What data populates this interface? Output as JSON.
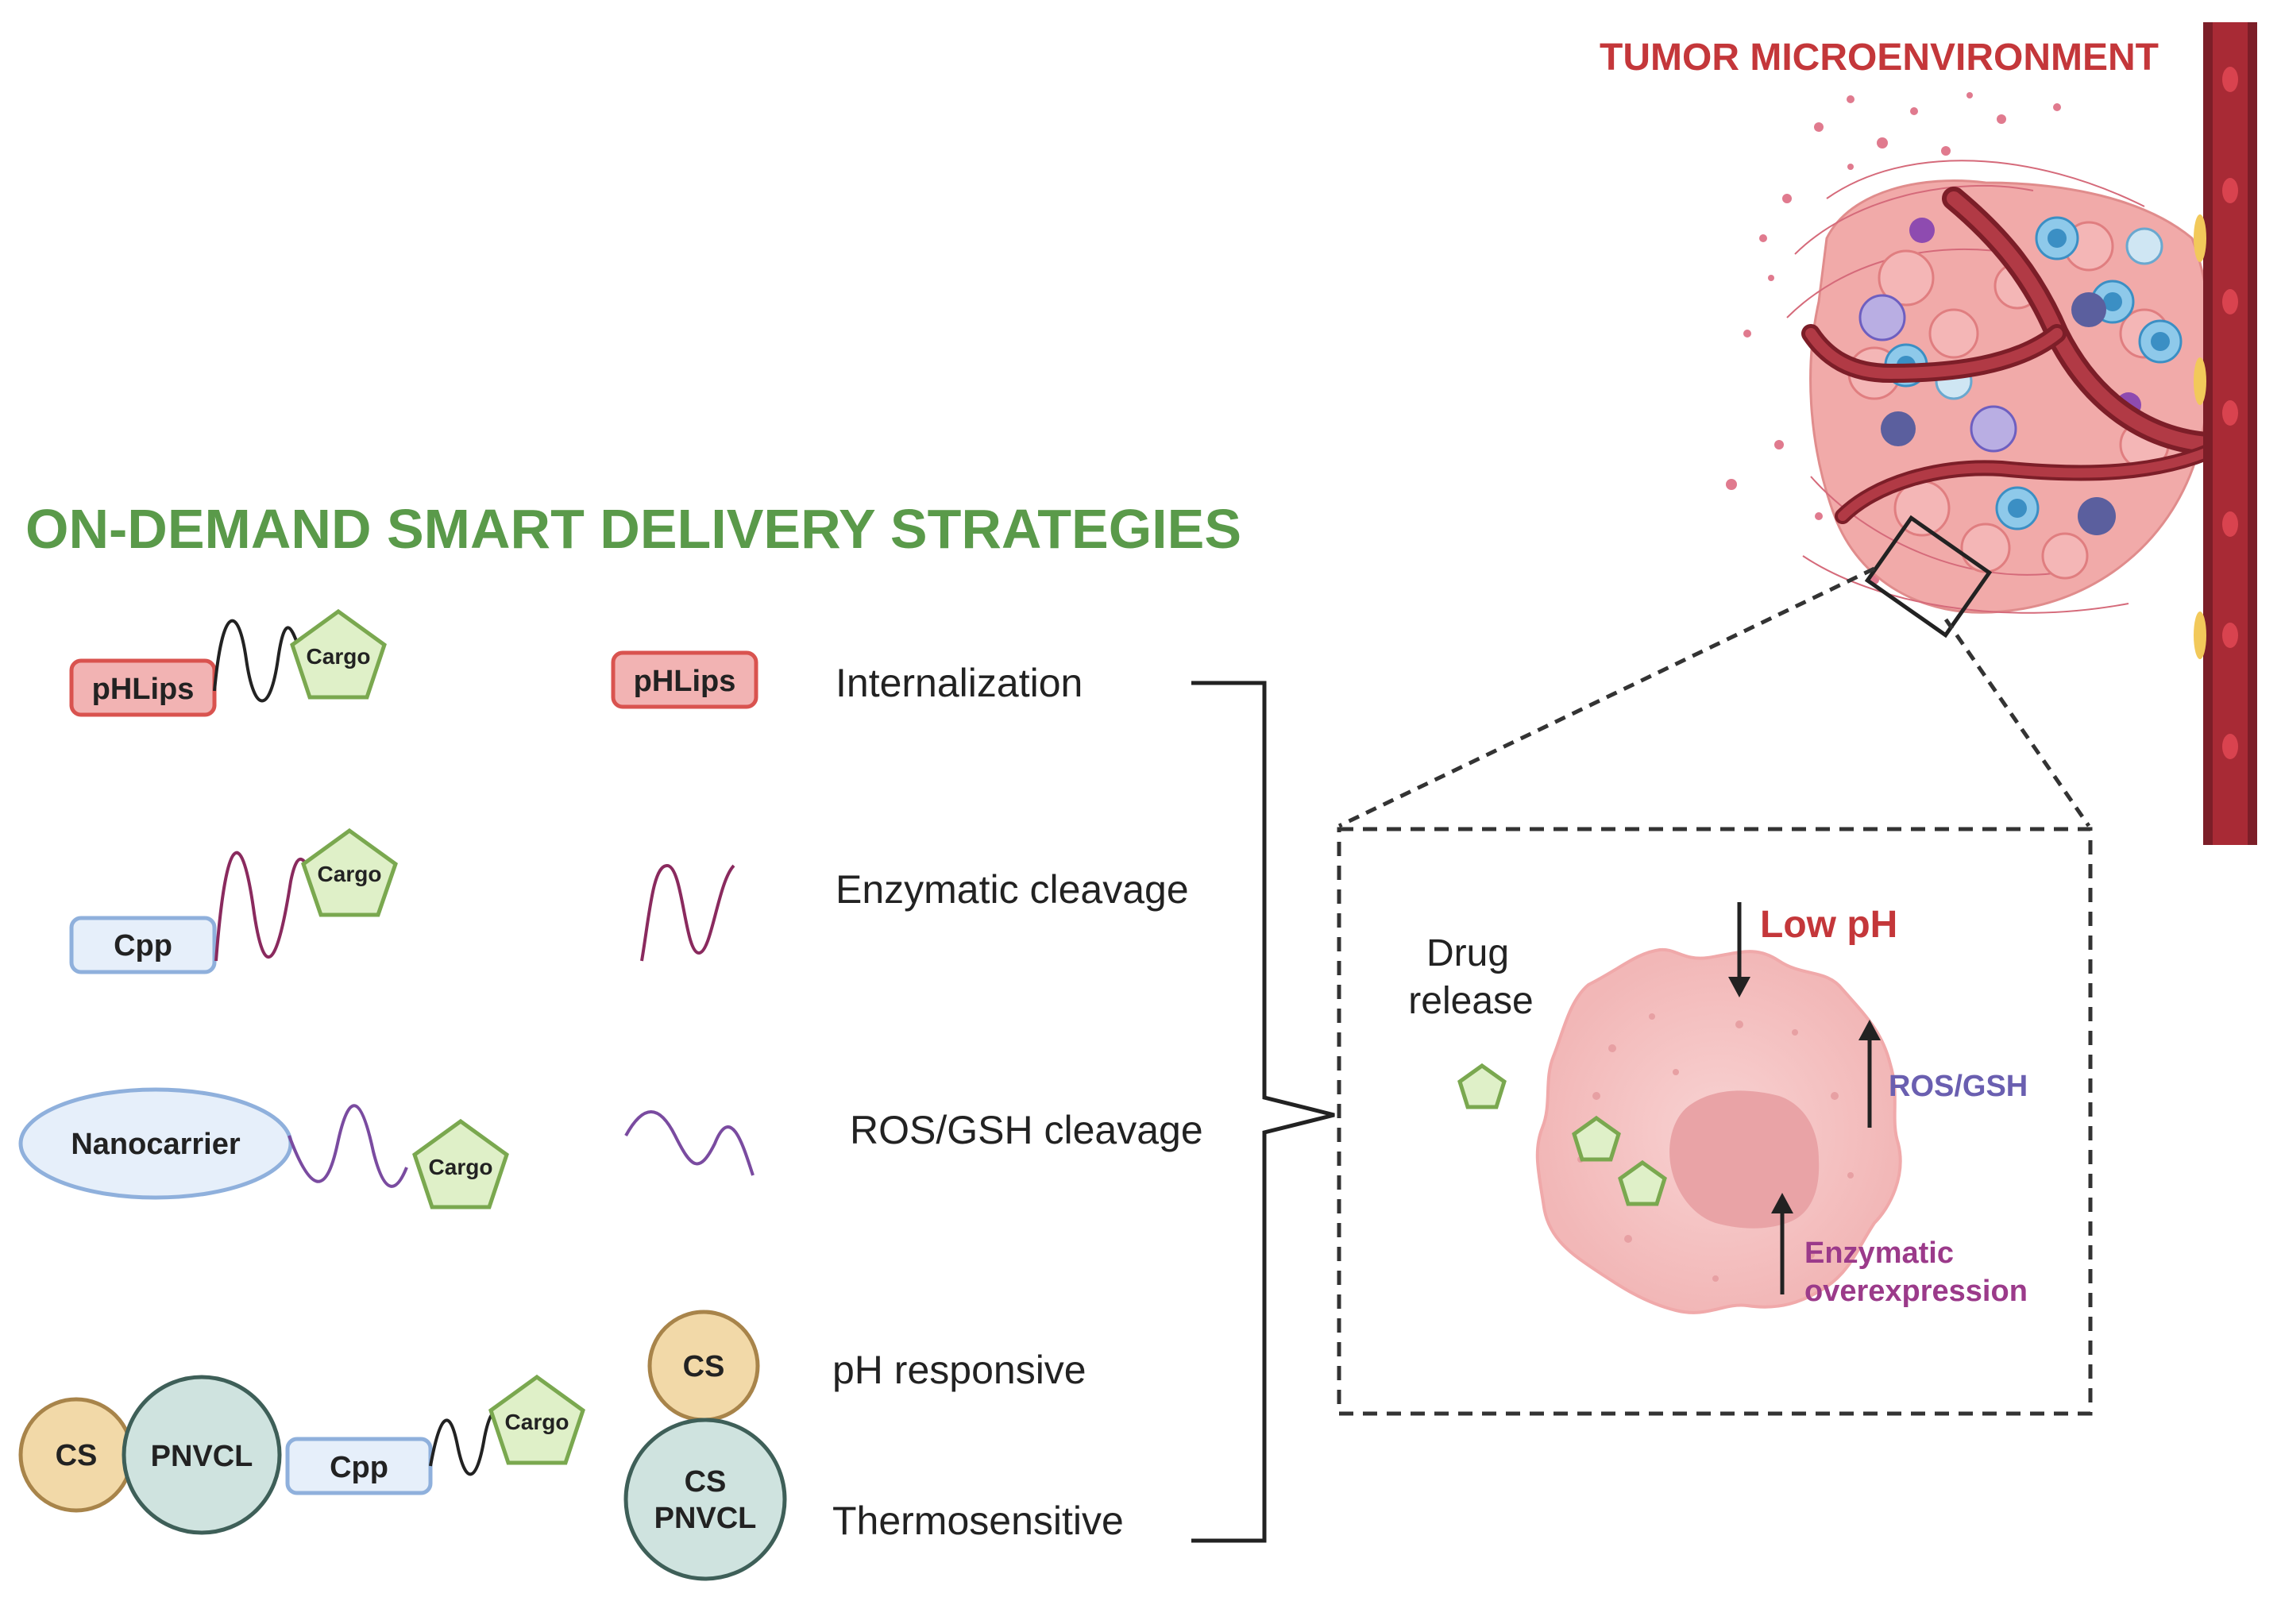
{
  "title": "ON-DEMAND SMART DELIVERY STRATEGIES",
  "tumor_label": "TUMOR MICROENVIRONMENT",
  "constructs": {
    "phlips": {
      "carrier": "pHLips",
      "cargo": "Cargo"
    },
    "cpp": {
      "carrier": "Cpp",
      "cargo": "Cargo"
    },
    "nanocarrier": {
      "carrier": "Nanocarrier",
      "cargo": "Cargo"
    },
    "thermo": {
      "cs": "CS",
      "pnvcl": "PNVCL",
      "cpp": "Cpp",
      "cargo": "Cargo"
    }
  },
  "components": {
    "phlips": "pHLips",
    "cs": "CS",
    "cs_pnvcl_line1": "CS",
    "cs_pnvcl_line2": "PNVCL"
  },
  "strategies": [
    "Internalization",
    "Enzymatic cleavage",
    "ROS/GSH cleavage",
    "pH responsive",
    "Thermosensitive"
  ],
  "zoom": {
    "drug_release_line1": "Drug",
    "drug_release_line2": "release",
    "low_ph": "Low pH",
    "ros_gsh": "ROS/GSH",
    "enzymatic_line1": "Enzymatic",
    "enzymatic_line2": "overexpression"
  },
  "colors": {
    "title_green": "#5a9a4a",
    "tumor_red": "#c4373a",
    "phlips_fill": "#f2b3b3",
    "phlips_stroke": "#d9534f",
    "cpp_fill": "#e6effa",
    "cpp_stroke": "#8fb0dc",
    "cargo_fill": "#dff0c8",
    "cargo_stroke": "#7aa84f",
    "cs_fill": "#f2d9a8",
    "cs_stroke": "#a8844a",
    "pnvcl_fill": "#cfe3df",
    "pnvcl_stroke": "#3e5f58",
    "low_ph_red": "#c4373a",
    "ros_purple": "#6a5fb0",
    "enzymatic_purple": "#9b3a8a",
    "cell_fill": "#f6c9c9",
    "vessel": "#a82a35"
  }
}
